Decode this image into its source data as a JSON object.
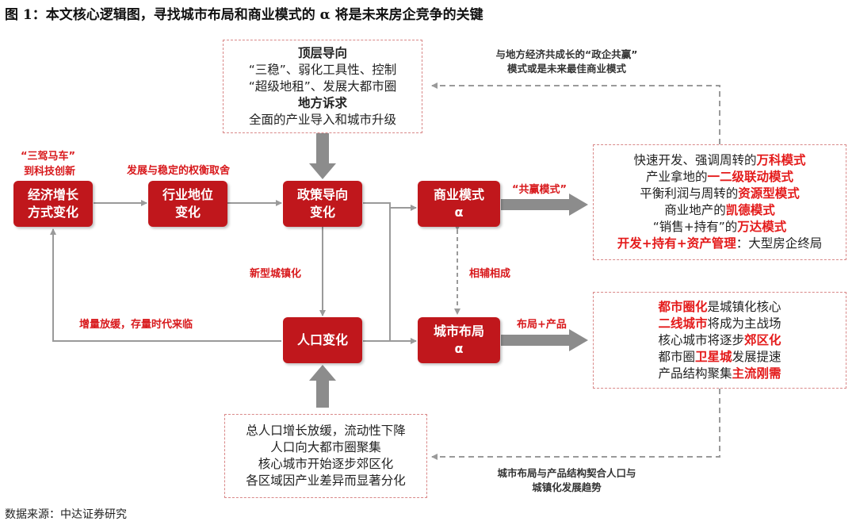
{
  "figure_title": "图 1：本文核心逻辑图，寻找城市布局和商业模式的 α 将是未来房企竞争的关键",
  "source": "数据来源：中达证券研究",
  "colors": {
    "accent_red": "#c0171c",
    "highlight_red": "#e41a1a",
    "dash_border": "#d98888",
    "arrow_gray": "#9a9a9a"
  },
  "top_box": {
    "heading1": "顶层导向",
    "line1": "“三稳”、弱化工具性、控制",
    "line2": "“超级地租”、发展大都市圈",
    "heading2": "地方诉求",
    "line3": "全面的产业导入和城市升级"
  },
  "bottom_box": {
    "line1": "总人口增长放缓，流动性下降",
    "line2": "人口向大都市圈聚集",
    "line3": "核心城市开始逐步郊区化",
    "line4": "各区域因产业差异而显著分化"
  },
  "nodes": {
    "economy": {
      "line1": "经济增长",
      "line2": "方式变化"
    },
    "industry": {
      "line1": "行业地位",
      "line2": "变化"
    },
    "policy": {
      "line1": "政策导向",
      "line2": "变化"
    },
    "business": {
      "line1": "商业模式",
      "line2": "α"
    },
    "population": {
      "line1": "人口变化"
    },
    "city": {
      "line1": "城市布局",
      "line2": "α"
    }
  },
  "labels": {
    "troika_1": "“三驾马车”",
    "troika_2": "到科技创新",
    "tradeoff": "发展与稳定的权衡取舍",
    "win_win_mode": "“共赢模式”",
    "new_urbanization": "新型城镇化",
    "complement": "相辅相成",
    "incremental": "增量放缓，存量时代来临",
    "layout_product": "布局+产品",
    "govt_corp_1": "与地方经济共成长的“政企共赢”",
    "govt_corp_2": "模式或是未来最佳商业模式",
    "city_trend_1": "城市布局与产品结构契合人口与",
    "city_trend_2": "城镇化发展趋势"
  },
  "business_models_box": {
    "r1_pre": "快速开发、强调周转的",
    "r1_hl": "万科模式",
    "r2_pre": "产业拿地的",
    "r2_hl": "一二级联动模式",
    "r3_pre": "平衡利润与周转的",
    "r3_hl": "资源型模式",
    "r4_pre": "商业地产的",
    "r4_hl": "凯德模式",
    "r5_pre": "“销售+持有”的",
    "r5_hl": "万达模式",
    "r6_hl": "开发+持有+资产管理",
    "r6_post": "：大型房企终局"
  },
  "city_layout_box": {
    "r1_hl": "都市圈化",
    "r1_post": "是城镇化核心",
    "r2_hl": "二线城市",
    "r2_post": "将成为主战场",
    "r3_pre": "核心城市将逐步",
    "r3_hl": "郊区化",
    "r4_pre": "都市圈",
    "r4_hl": "卫星城",
    "r4_post": "发展提速",
    "r5_pre": "产品结构聚集",
    "r5_hl": "主流刚需"
  }
}
